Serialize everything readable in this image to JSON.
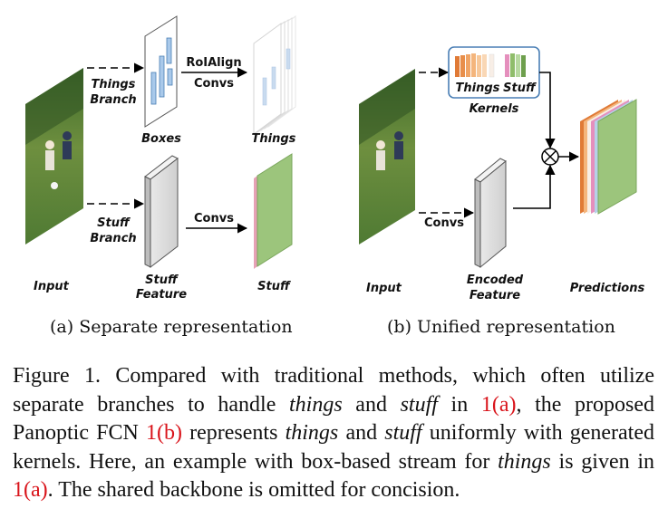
{
  "panel_a": {
    "input_label": "Input",
    "things_branch": [
      "Things",
      "Branch"
    ],
    "boxes_label": "Boxes",
    "roialign": "RoIAlign",
    "convs_top": "Convs",
    "things_label": "Things",
    "stuff_branch": [
      "Stuff",
      "Branch"
    ],
    "convs_bottom": "Convs",
    "stuff_feature": [
      "Stuff",
      "Feature"
    ],
    "stuff_label": "Stuff",
    "subcaption": "(a)  Separate representation"
  },
  "panel_b": {
    "input_label": "Input",
    "kernels_things": "Things",
    "kernels_stuff": "Stuff",
    "kernels_label": "Kernels",
    "convs": "Convs",
    "encoded_feature": [
      "Encoded",
      "Feature"
    ],
    "predictions": "Predictions",
    "operator": "⊗",
    "subcaption": "(b)  Unified representation"
  },
  "caption": {
    "prefix": "Figure 1. Compared with traditional methods, which often utilize separate branches to handle ",
    "things1": "things",
    "and1": " and ",
    "stuff1": "stuff",
    "in1": " in ",
    "ref_a1": "1(a)",
    "mid1": ", the proposed Panoptic FCN ",
    "ref_b": "1(b)",
    "mid2": " represents ",
    "things2": "things",
    "and2": " and ",
    "stuff2": "stuff",
    "mid3": " uniformly with generated kernels. Here, an example with box-based stream for ",
    "things3": "things",
    "mid4": " is given in ",
    "ref_a2": "1(a)",
    "suffix": ". The shared backbone is omitted for concision."
  },
  "colors": {
    "stuff_green": "#9cc57c",
    "box_blue": "#a9c9ea",
    "kernel_orange": "#e88e4a",
    "kernel_pink": "#e58fbd",
    "kernel_green": "#8fbd6a",
    "reference_red": "#d9141b"
  }
}
